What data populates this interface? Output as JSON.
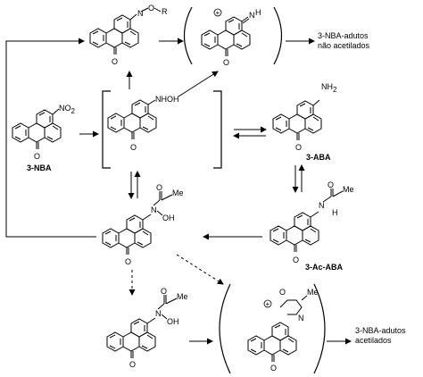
{
  "compounds": {
    "nba": "3-NBA",
    "aba": "3-ABA",
    "ac_aba": "3-Ac-ABA"
  },
  "substituents": {
    "no2": "NO",
    "no2_sub": "2",
    "nhoh": "NHOH",
    "nh2": "NH",
    "nh2_sub": "2",
    "n": "N",
    "o": "O",
    "oh": "OH",
    "h": "H",
    "r": "R",
    "me": "Me",
    "ketone_o": "O",
    "plus": "+",
    "dash": "—"
  },
  "groups": {
    "acetyl_1": "O",
    "acetyl_2": "Me"
  },
  "products": {
    "nonacetyl_line1": "3-NBA-adutos",
    "nonacetyl_line2": "não acetilados",
    "acetyl_line1": "3-NBA-adutos",
    "acetyl_line2": "acetilados"
  }
}
